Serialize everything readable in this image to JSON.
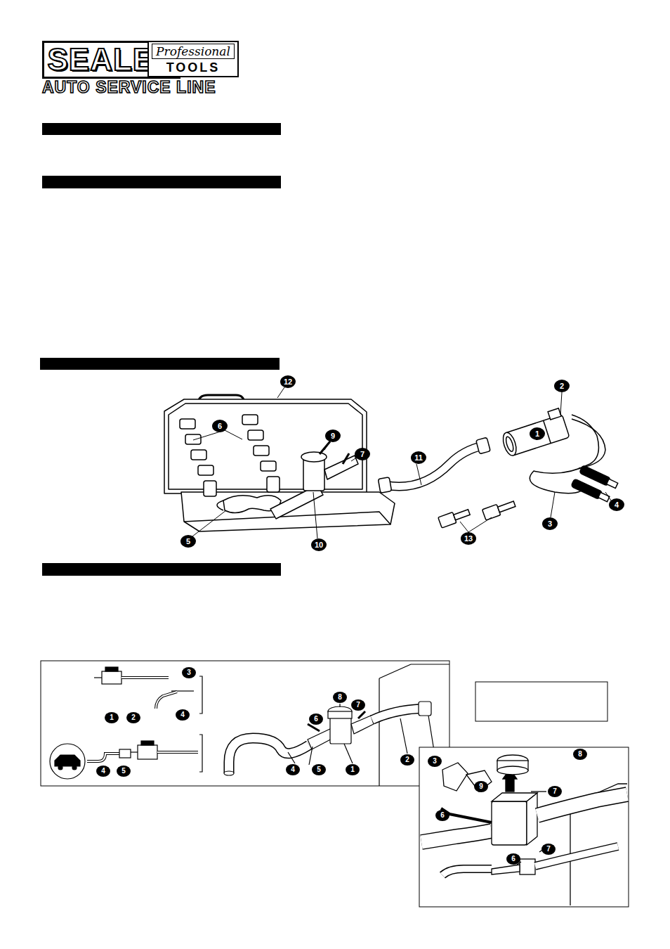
{
  "diagram": {
    "nodes": [
      {
        "text": [
          "SEALEY"
        ]
      },
      {
        "text": [
          "Professional",
          "TOOLS"
        ]
      }
    ],
    "labels": [
      "AUTO SERVICE LINE",
      "12",
      "2",
      "6",
      "9",
      "1",
      "7",
      "11",
      "4",
      "3",
      "13",
      "5",
      "10",
      "3",
      "8",
      "7",
      "1",
      "2",
      "4",
      "6",
      "2",
      "3",
      "4",
      "5",
      "1",
      "4",
      "5",
      "8",
      "9",
      "7",
      "6",
      "7",
      "6"
    ]
  }
}
